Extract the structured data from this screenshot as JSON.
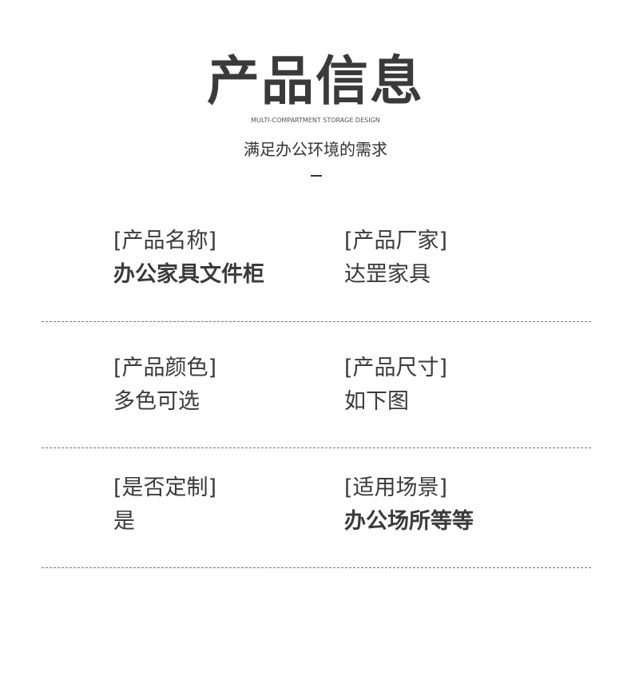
{
  "header": {
    "title": "产品信息",
    "subtitle": "MULTI-COMPARTMENT STORAGE DESIGN",
    "slogan": "满足办公环境的需求"
  },
  "rows": [
    [
      {
        "label": "[产品名称]",
        "value": "办公家具文件柜"
      },
      {
        "label": "[产品厂家]",
        "value": "达罡家具"
      }
    ],
    [
      {
        "label": "[产品颜色]",
        "value": "多色可选"
      },
      {
        "label": "[产品尺寸]",
        "value": "如下图"
      }
    ],
    [
      {
        "label": "[是否定制]",
        "value": "是"
      },
      {
        "label": "[适用场景]",
        "value": "办公场所等等"
      }
    ]
  ]
}
